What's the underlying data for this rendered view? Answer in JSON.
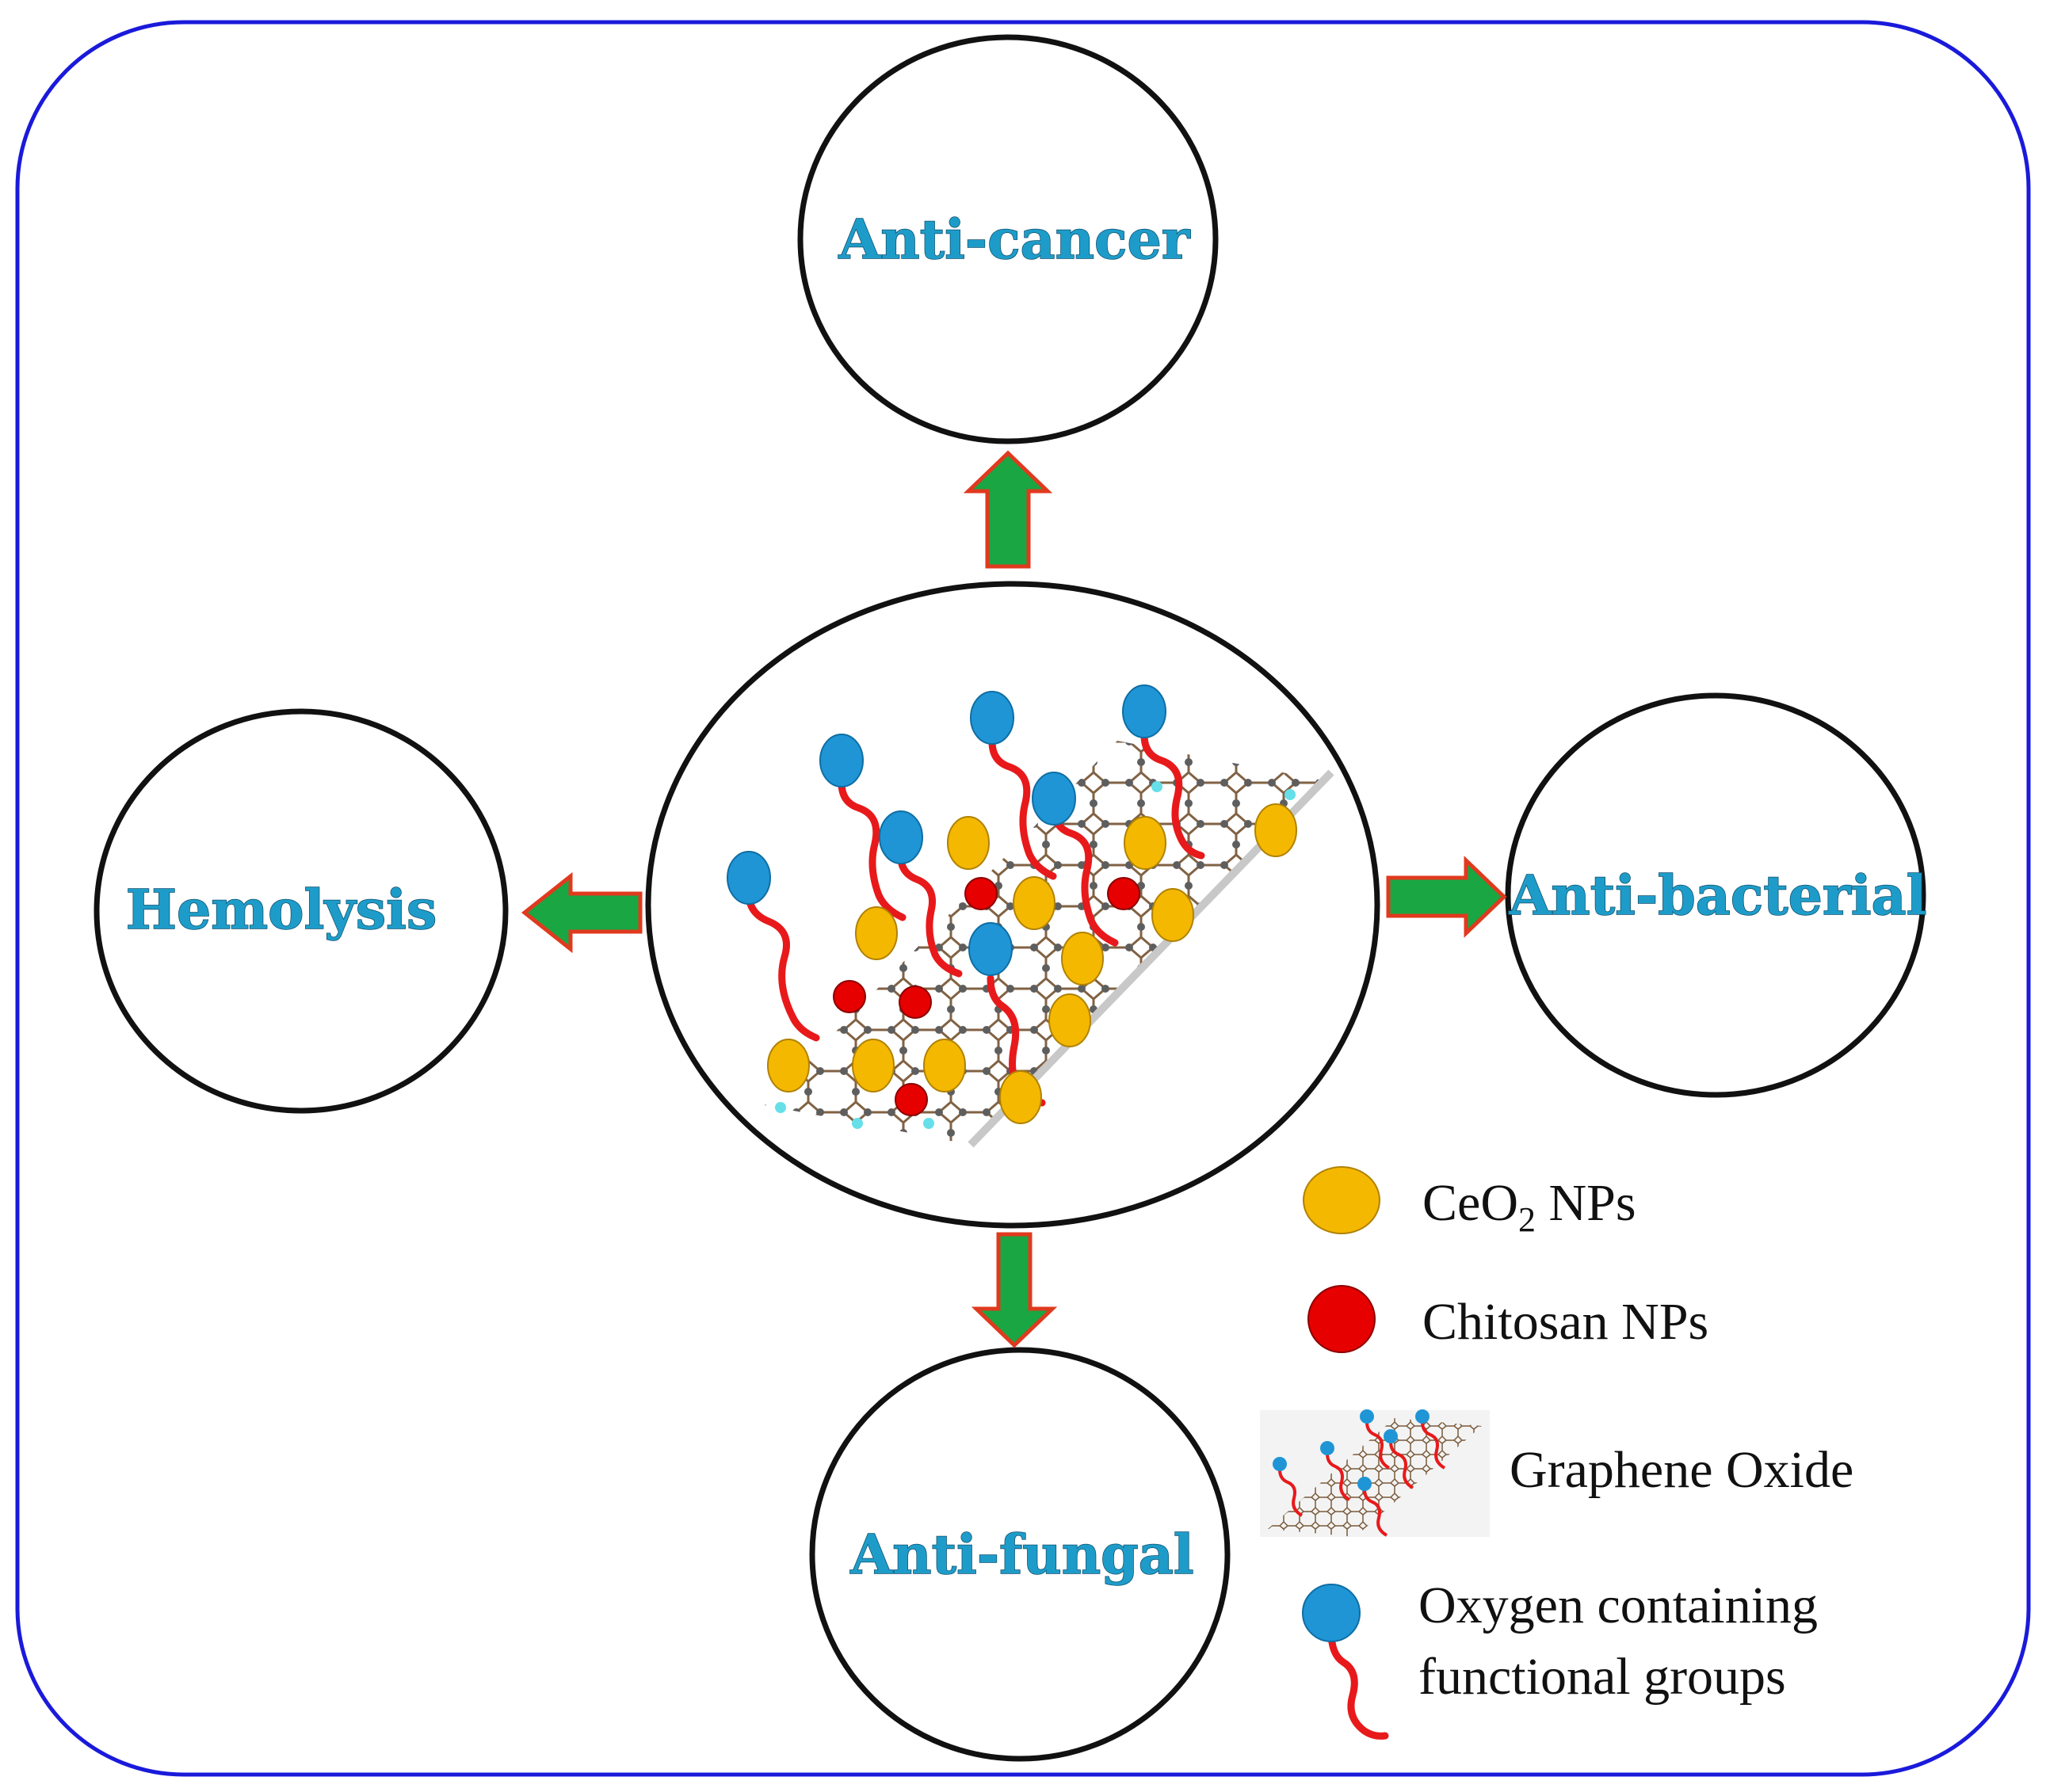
{
  "outcomes": {
    "top": "Anti-cancer",
    "left": "Hemolysis",
    "right": "Anti-bacterial",
    "bottom": "Anti-fungal"
  },
  "legend": {
    "ceo2": "CeO",
    "ceo2_sub": "2",
    "ceo2_rest": " NPs",
    "chitosan": "Chitosan NPs",
    "graphene": "Graphene Oxide",
    "oxygen_line1": "Oxygen containing",
    "oxygen_line2": "functional groups"
  },
  "colors": {
    "frame": "#1a1adb",
    "arrow_fill": "#1aa642",
    "arrow_stroke": "#e03a1e",
    "label": "#1e9cc9",
    "ceo2": "#f5b800",
    "chitosan": "#e60000",
    "oxygen_group": "#1f95d6",
    "chain": "#e8191b"
  },
  "icons": {
    "ceo2": "yellow-ellipse",
    "chitosan": "red-circle",
    "graphene": "graphene-sheet",
    "oxygen": "blue-bead-on-red-chain"
  }
}
